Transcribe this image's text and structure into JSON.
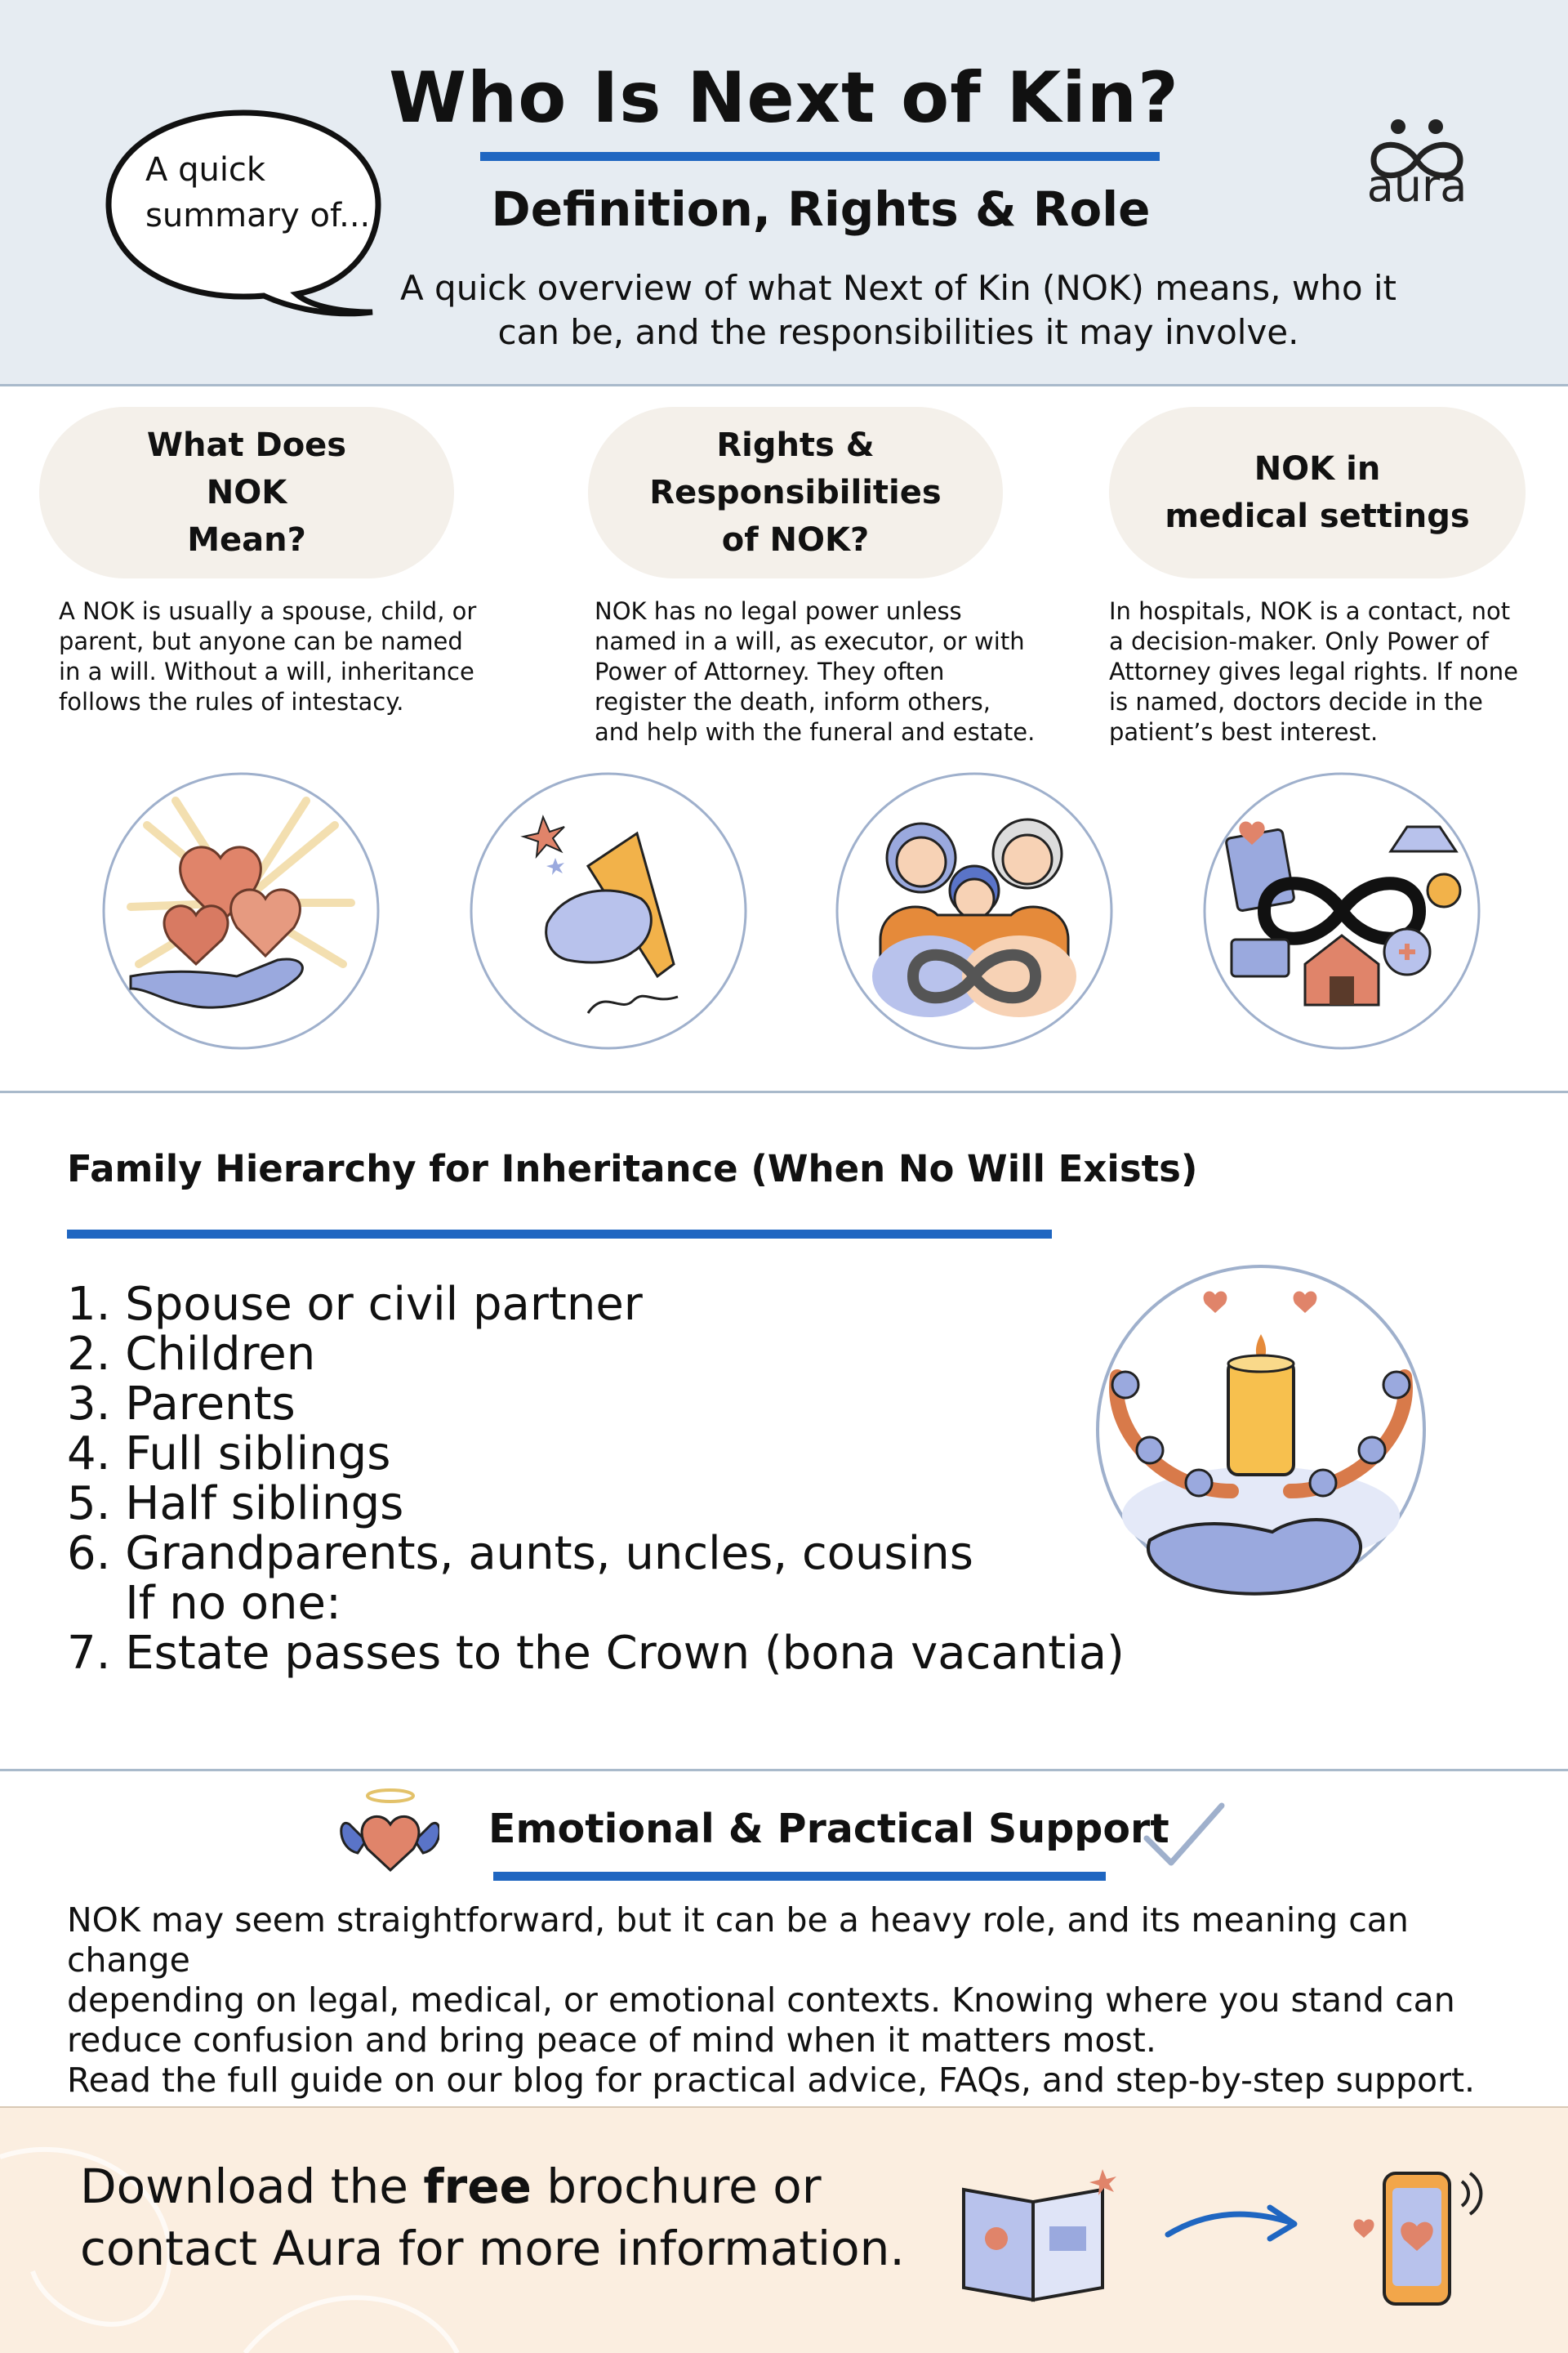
{
  "header": {
    "title": "Who Is Next of Kin?",
    "subtitle": "Definition, Rights & Role",
    "intro_line1": "A quick overview of what Next of Kin (NOK) means, who it",
    "intro_line2": "can be, and the responsibilities it may involve.",
    "bubble_line1": "A quick",
    "bubble_line2": "summary of...",
    "logo_text": "aura"
  },
  "columns": [
    {
      "heading_lines": [
        "What Does",
        "NOK",
        "Mean?"
      ],
      "text_lines": [
        "A NOK is usually a spouse, child, or",
        "parent, but anyone can be named",
        "in a will. Without a will, inheritance",
        "follows the rules of intestacy."
      ],
      "icon": "hearts-in-hands-icon"
    },
    {
      "heading_lines": [
        "Rights &",
        "Responsibilities",
        "of NOK?"
      ],
      "text_lines": [
        "NOK has no legal power unless",
        "named in a will, as executor, or with",
        "Power of Attorney. They often",
        "register the death, inform others,",
        "and help with the funeral and estate."
      ],
      "icon": "hand-signing-icon"
    },
    {
      "heading_lines": [
        "NOK in",
        "medical settings"
      ],
      "text_lines": [
        "In hospitals, NOK is a contact, not",
        "a decision-maker. Only Power of",
        "Attorney gives legal rights. If none",
        "is named, doctors decide in the",
        "patient’s best interest."
      ],
      "icon": "infinity-assets-icon"
    }
  ],
  "extra_icon": "family-infinity-icon",
  "hierarchy": {
    "title": "Family Hierarchy for Inheritance (When No Will Exists)",
    "items": [
      "1. Spouse or civil partner",
      "2. Children",
      "3. Parents",
      "4. Full siblings",
      "5. Half siblings",
      "6. Grandparents, aunts, uncles, cousins",
      "    If no one:",
      "7. Estate passes to the Crown (bona vacantia)"
    ],
    "icon": "candle-wreath-hands-icon"
  },
  "support": {
    "title": "Emotional & Practical Support",
    "text_lines": [
      "NOK may seem straightforward, but it can be a heavy role, and its meaning can change",
      "depending on legal, medical, or emotional contexts. Knowing where you stand can",
      "reduce confusion and bring peace of mind when it matters most.",
      "Read the full guide on our blog for practical advice, FAQs, and step-by-step support."
    ],
    "icon_left": "winged-heart-icon",
    "icon_right": "checkmark-icon"
  },
  "footer": {
    "line1_before": "Download the ",
    "line1_bold": "free",
    "line1_after": " brochure or",
    "line2": "contact Aura for more information.",
    "icon_brochure": "brochure-icon",
    "icon_arrow": "arrow-right-icon",
    "icon_phone": "phone-icon"
  },
  "colors": {
    "accent_blue": "#1f66c1",
    "header_bg": "#e6ecf2",
    "pill_bg": "#f4f0ea",
    "footer_bg": "#fbeee0",
    "heart": "#e0846a",
    "soft_blue": "#9aa9de"
  }
}
